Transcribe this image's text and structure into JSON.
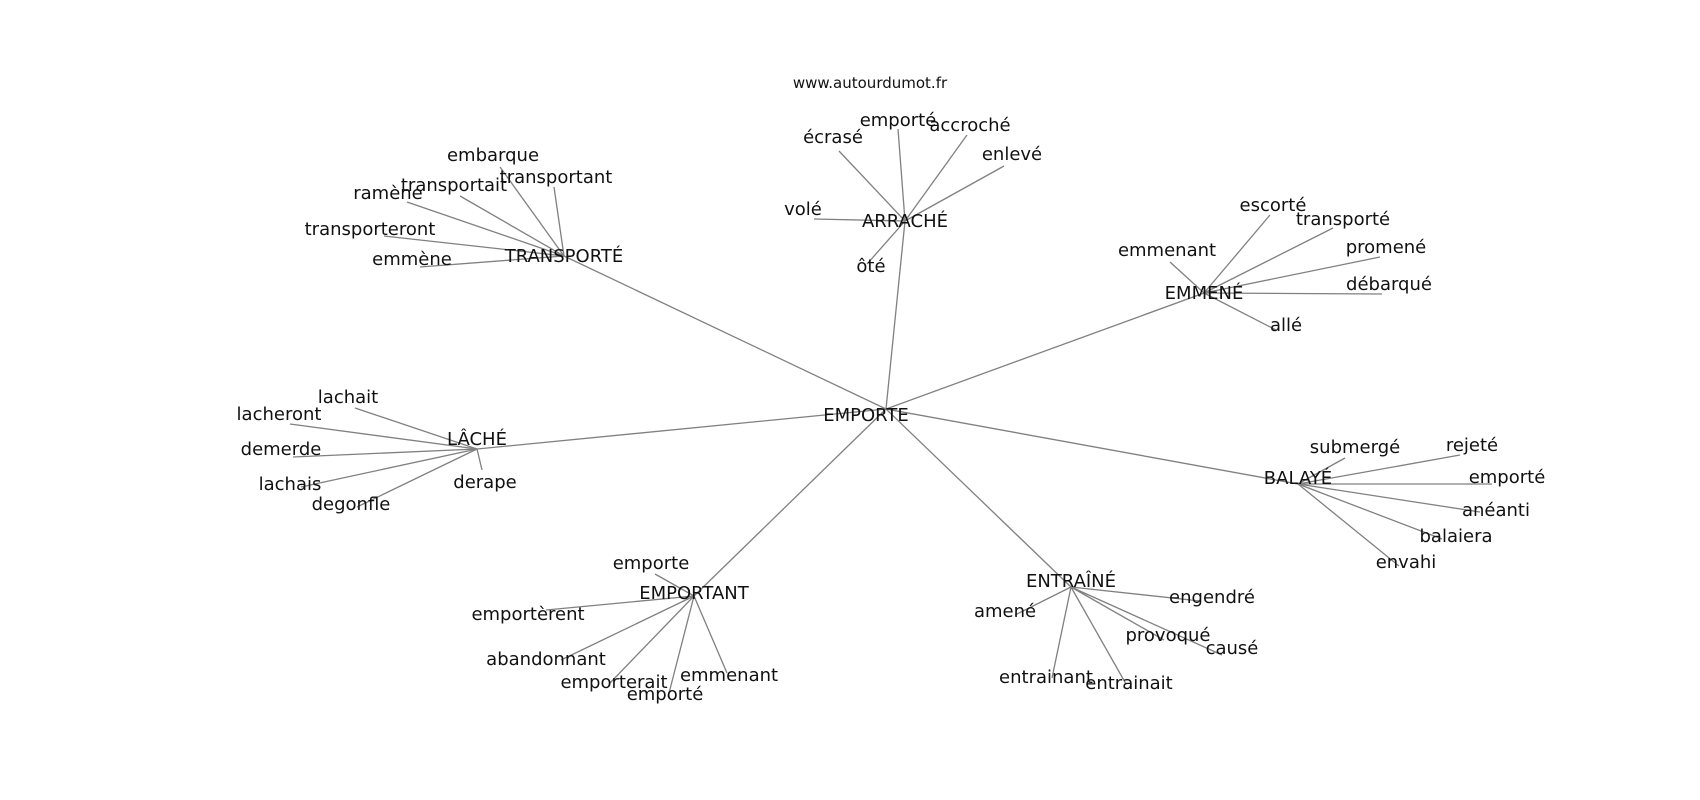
{
  "watermark": "www.autourdumot.fr",
  "graph": {
    "center": "EMPORTE",
    "clusters": [
      {
        "hub": "ARRACHÉ",
        "words": [
          "emporté",
          "accroché",
          "écrasé",
          "enlevé",
          "volé",
          "ôté"
        ]
      },
      {
        "hub": "TRANSPORTÉ",
        "words": [
          "embarque",
          "transportant",
          "transportait",
          "ramène",
          "transporteront",
          "emmène"
        ]
      },
      {
        "hub": "EMMENÉ",
        "words": [
          "escorté",
          "transporté",
          "emmenant",
          "promené",
          "débarqué",
          "allé"
        ]
      },
      {
        "hub": "LÂCHÉ",
        "words": [
          "lachait",
          "lacheront",
          "demerde",
          "lachais",
          "degonfle",
          "derape"
        ]
      },
      {
        "hub": "BALAYÉ",
        "words": [
          "submergé",
          "rejeté",
          "emporté",
          "anéanti",
          "balaiera",
          "envahi"
        ]
      },
      {
        "hub": "EMPORTANT",
        "words": [
          "emporte",
          "emportèrent",
          "abandonnant",
          "emporterait",
          "emporté",
          "emmenant"
        ]
      },
      {
        "hub": "ENTRAÎNÉ",
        "words": [
          "engendré",
          "amené",
          "provoqué",
          "causé",
          "entrainant",
          "entrainait"
        ]
      }
    ]
  }
}
